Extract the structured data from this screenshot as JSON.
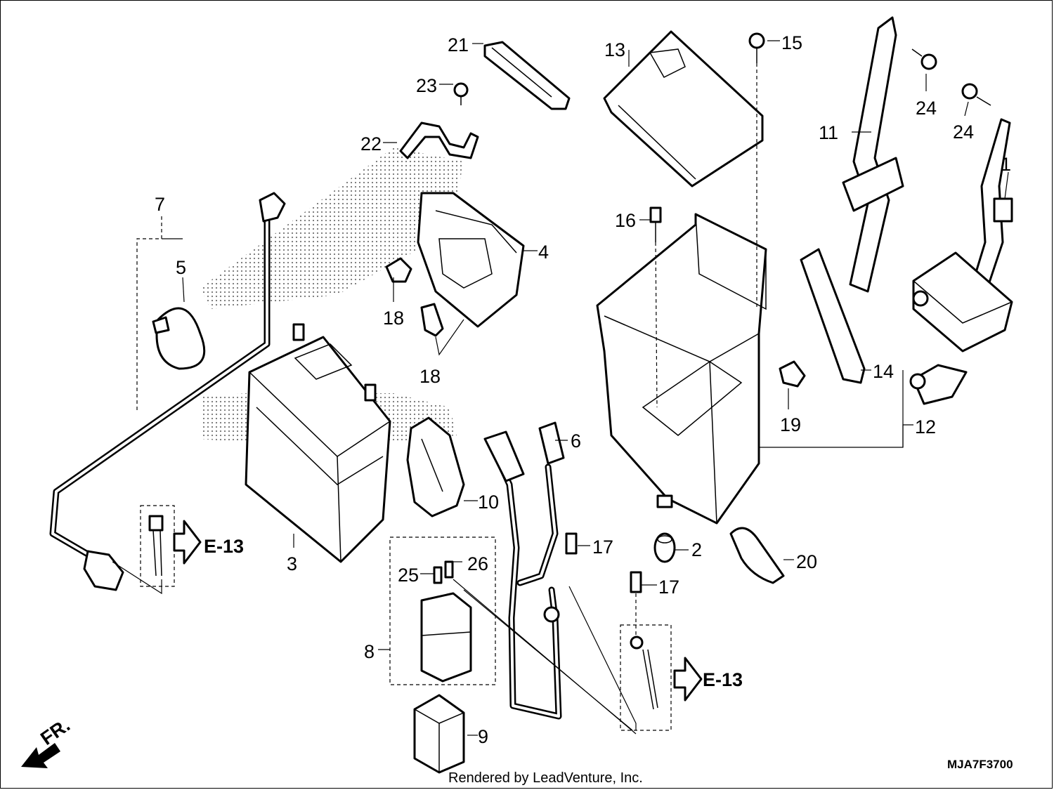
{
  "diagram": {
    "callouts": {
      "p1": "1",
      "p2": "2",
      "p3": "3",
      "p4": "4",
      "p5": "5",
      "p6": "6",
      "p7": "7",
      "p8": "8",
      "p9": "9",
      "p10": "10",
      "p11": "11",
      "p12": "12",
      "p13": "13",
      "p14": "14",
      "p15": "15",
      "p16": "16",
      "p17a": "17",
      "p17b": "17",
      "p18a": "18",
      "p18b": "18",
      "p19": "19",
      "p20": "20",
      "p21": "21",
      "p22": "22",
      "p23": "23",
      "p24a": "24",
      "p24b": "24",
      "p25": "25",
      "p26": "26"
    },
    "refs": {
      "ref_left": "E-13",
      "ref_right": "E-13"
    },
    "direction": "FR.",
    "diagram_code": "MJA7F3700",
    "credit": "Rendered by LeadVenture, Inc."
  }
}
